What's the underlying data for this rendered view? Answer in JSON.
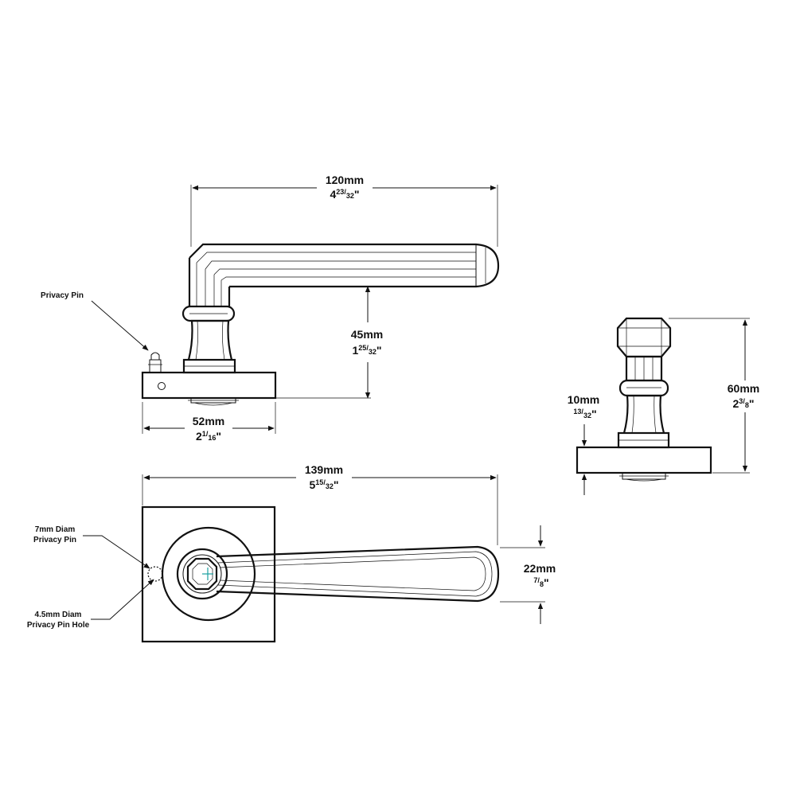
{
  "dimensions": {
    "lever_length": {
      "metric": "120mm",
      "imperial_whole": "4",
      "imperial_num": "23",
      "imperial_den": "32"
    },
    "lever_height": {
      "metric": "45mm",
      "imperial_whole": "1",
      "imperial_num": "25",
      "imperial_den": "32"
    },
    "rose_width": {
      "metric": "52mm",
      "imperial_whole": "2",
      "imperial_num": "1",
      "imperial_den": "16"
    },
    "total_length": {
      "metric": "139mm",
      "imperial_whole": "5",
      "imperial_num": "15",
      "imperial_den": "32"
    },
    "lever_width": {
      "metric": "22mm",
      "imperial_whole": "",
      "imperial_num": "7",
      "imperial_den": "8"
    },
    "rose_thickness": {
      "metric": "10mm",
      "imperial_whole": "",
      "imperial_num": "13",
      "imperial_den": "32"
    },
    "overall_height": {
      "metric": "60mm",
      "imperial_whole": "2",
      "imperial_num": "3",
      "imperial_den": "8"
    }
  },
  "inch_mark": "\"",
  "labels": {
    "privacy_pin": "Privacy Pin",
    "pin_diam_line1": "7mm Diam",
    "pin_diam_line2": "Privacy Pin",
    "pin_hole_line1": "4.5mm Diam",
    "pin_hole_line2": "Privacy Pin Hole"
  }
}
